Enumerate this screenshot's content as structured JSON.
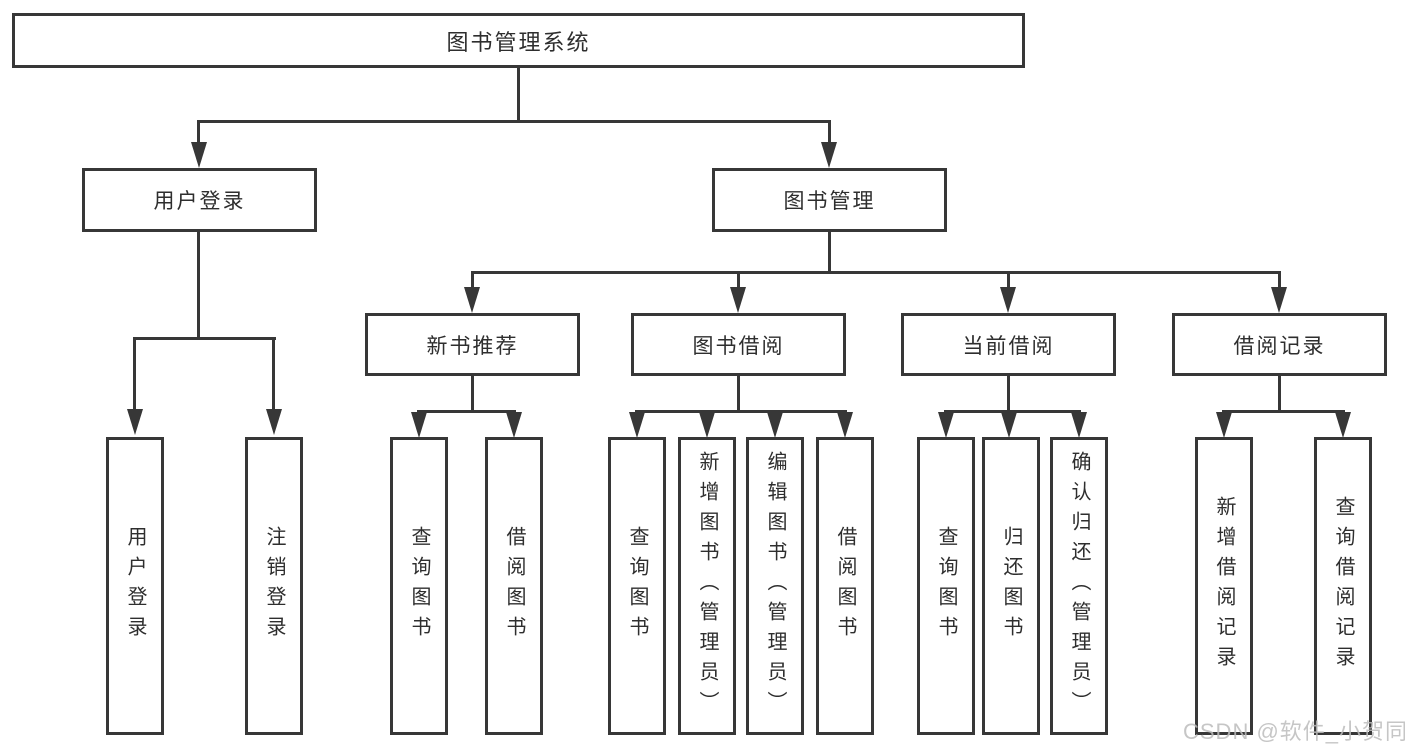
{
  "tree": {
    "label": "图书管理系统",
    "children": [
      {
        "label": "用户登录",
        "children": [
          {
            "label": "用户登录"
          },
          {
            "label": "注销登录"
          }
        ]
      },
      {
        "label": "图书管理",
        "children": [
          {
            "label": "新书推荐",
            "children": [
              {
                "label": "查询图书"
              },
              {
                "label": "借阅图书"
              }
            ]
          },
          {
            "label": "图书借阅",
            "children": [
              {
                "label": "查询图书"
              },
              {
                "label": "新增图书（管理员）"
              },
              {
                "label": "编辑图书（管理员）"
              },
              {
                "label": "借阅图书"
              }
            ]
          },
          {
            "label": "当前借阅",
            "children": [
              {
                "label": "查询图书"
              },
              {
                "label": "归还图书"
              },
              {
                "label": "确认归还（管理员）"
              }
            ]
          },
          {
            "label": "借阅记录",
            "children": [
              {
                "label": "新增借阅记录"
              },
              {
                "label": "查询借阅记录"
              }
            ]
          }
        ]
      }
    ]
  },
  "watermark": {
    "text": "CSDN @软件_小贺同学"
  },
  "colors": {
    "line": "#373737",
    "text": "#2e2e2e",
    "watermark": "#bdbdbd"
  }
}
